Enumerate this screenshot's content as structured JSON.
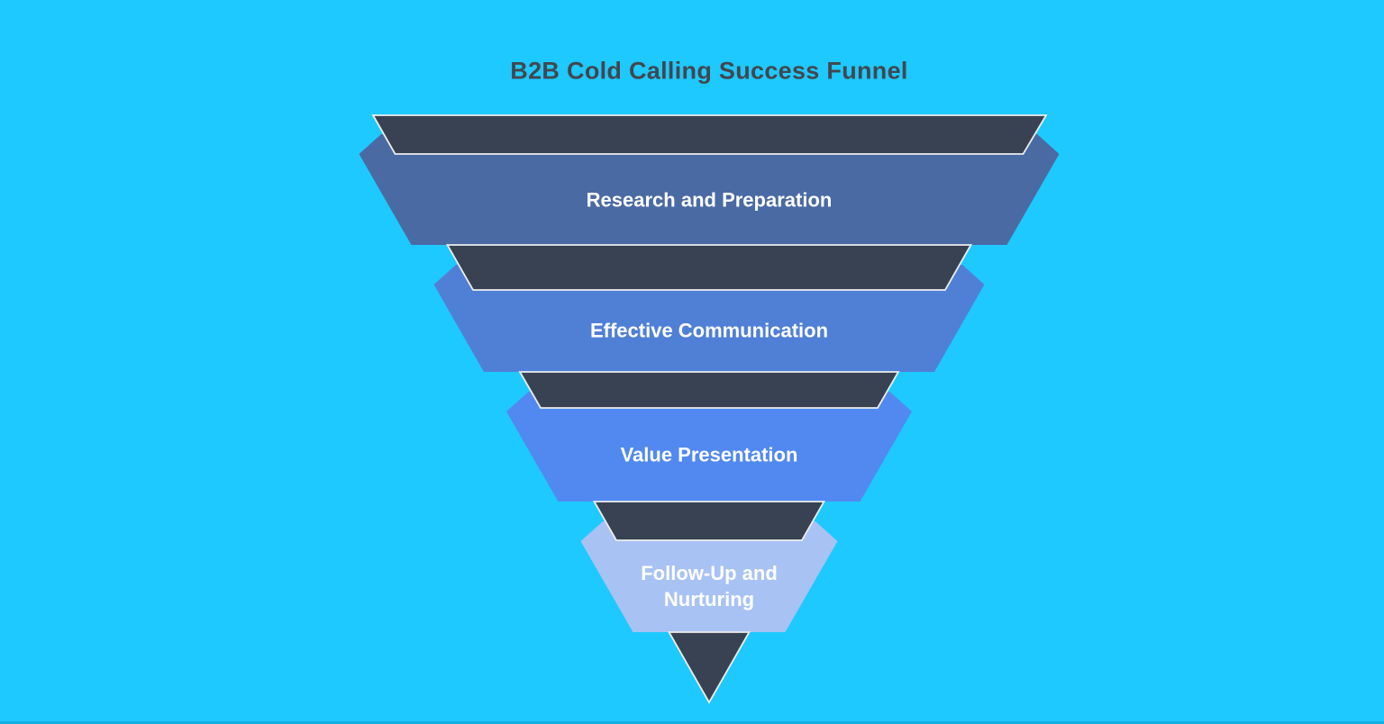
{
  "title": "B2B Cold Calling Success Funnel",
  "funnel": {
    "stages": [
      {
        "label": "Research and Preparation",
        "color": "#4A6AA4"
      },
      {
        "label": "Effective Communication",
        "color": "#5080D6"
      },
      {
        "label": "Value Presentation",
        "color": "#5189F0"
      },
      {
        "label": "Follow-Up and Nurturing",
        "color": "#A8C2F4"
      }
    ]
  },
  "colors": {
    "background": "#1EC9FF",
    "funnel_core": "#394253",
    "edge_stroke": "#EDEDED",
    "title_text": "#42474F",
    "stage_text": "#FFFFFF",
    "bottom_edge": "#14AFE0"
  }
}
